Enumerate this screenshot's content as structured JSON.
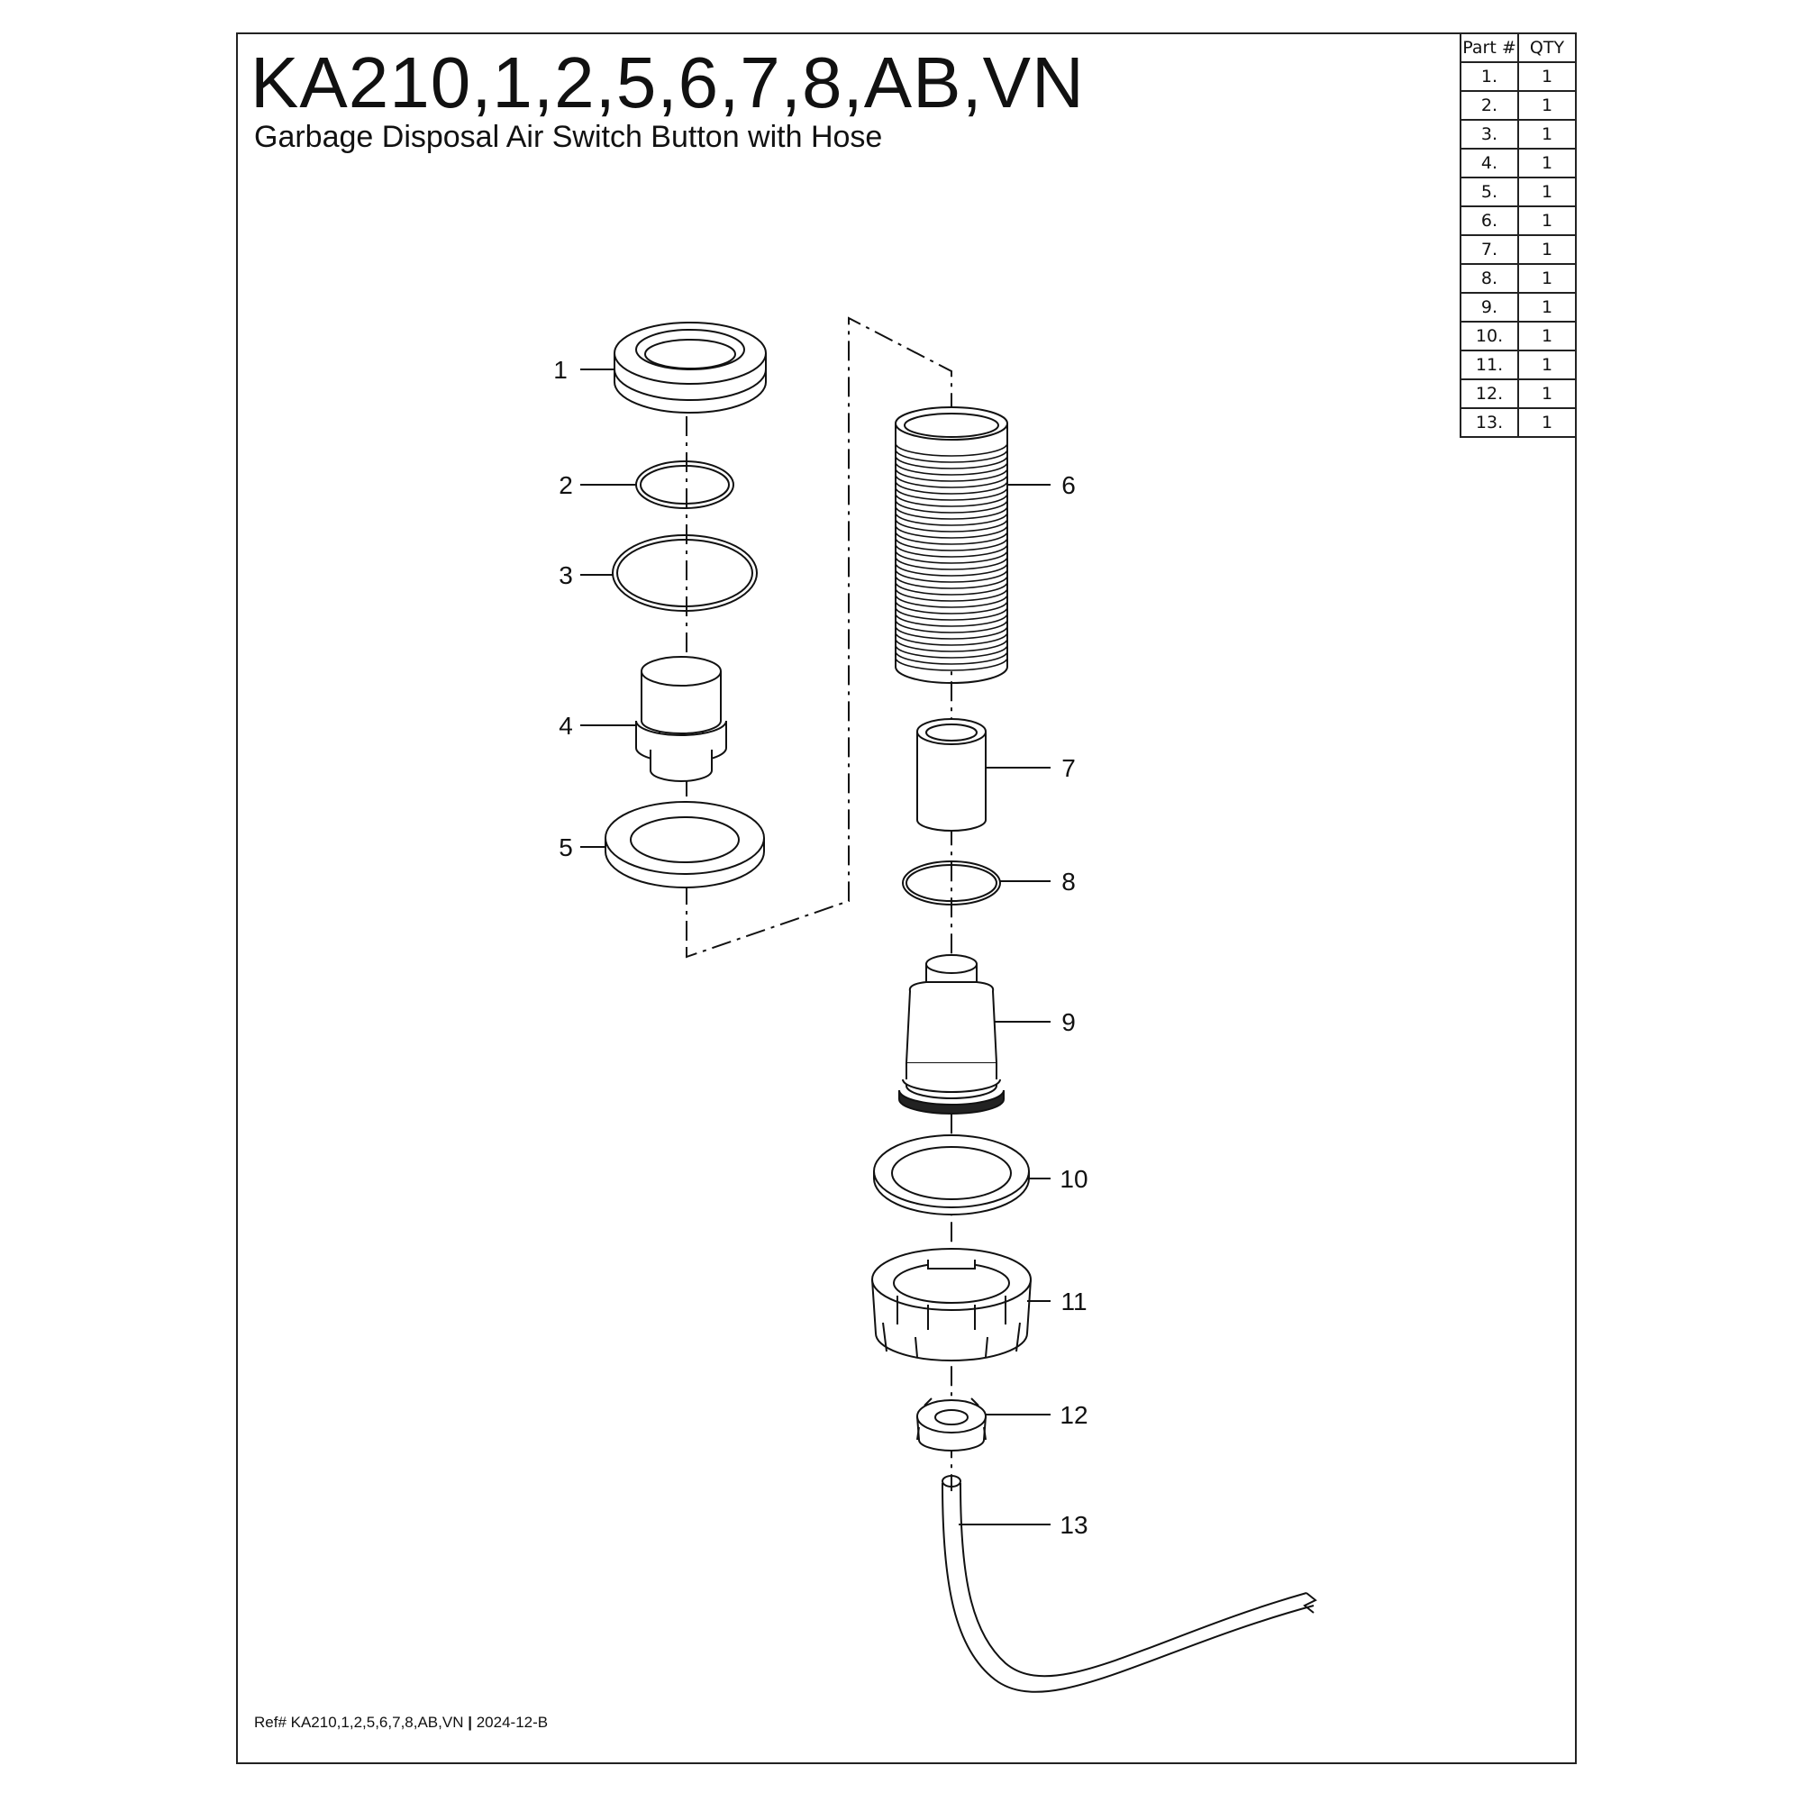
{
  "header": {
    "title": "KA210,1,2,5,6,7,8,AB,VN",
    "subtitle": "Garbage Disposal Air Switch Button with Hose"
  },
  "parts_table": {
    "headers": [
      "Part #",
      "QTY"
    ],
    "rows": [
      [
        "1.",
        "1"
      ],
      [
        "2.",
        "1"
      ],
      [
        "3.",
        "1"
      ],
      [
        "4.",
        "1"
      ],
      [
        "5.",
        "1"
      ],
      [
        "6.",
        "1"
      ],
      [
        "7.",
        "1"
      ],
      [
        "8.",
        "1"
      ],
      [
        "9.",
        "1"
      ],
      [
        "10.",
        "1"
      ],
      [
        "11.",
        "1"
      ],
      [
        "12.",
        "1"
      ],
      [
        "13.",
        "1"
      ]
    ]
  },
  "callouts": [
    "1",
    "2",
    "3",
    "4",
    "5",
    "6",
    "7",
    "8",
    "9",
    "10",
    "11",
    "12",
    "13"
  ],
  "footer": {
    "ref_prefix": "Ref# KA210,1,2,5,6,7,8,AB,VN",
    "separator": "|",
    "revision": "2024-12-B"
  }
}
